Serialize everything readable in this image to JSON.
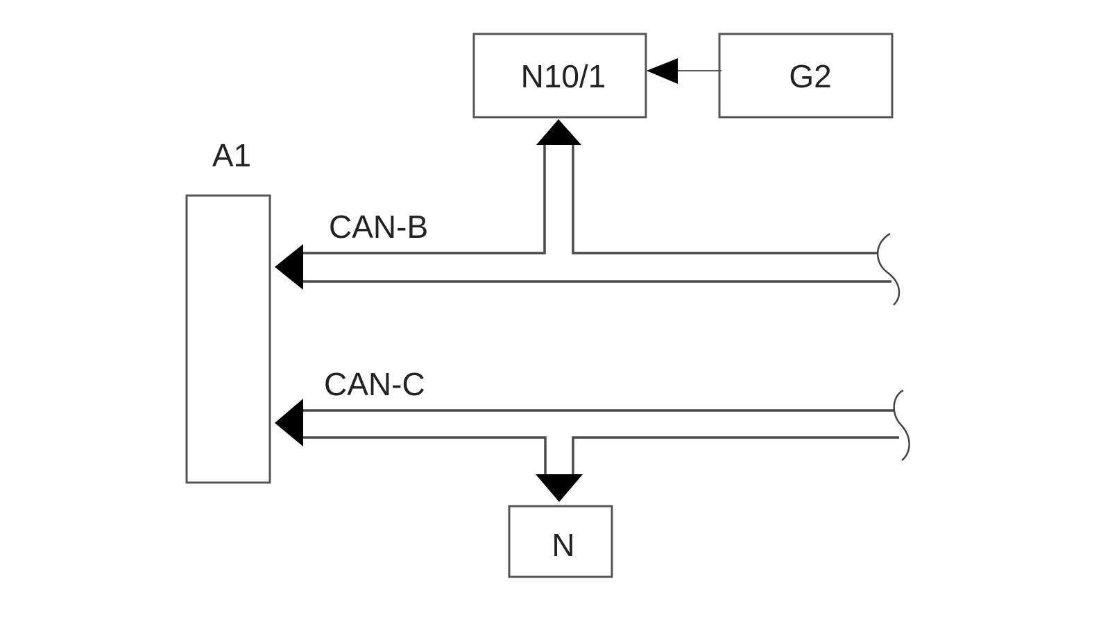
{
  "diagram": {
    "nodes": {
      "n10": {
        "label": "N10/1"
      },
      "g2": {
        "label": "G2"
      },
      "a1": {
        "label": "A1"
      },
      "n": {
        "label": "N"
      }
    },
    "buses": {
      "can_b": {
        "label": "CAN-B"
      },
      "can_c": {
        "label": "CAN-C"
      }
    },
    "connections": [
      {
        "from": "G2",
        "to": "N10/1",
        "type": "single-line arrow"
      },
      {
        "from": "CAN-B",
        "to": "A1",
        "type": "bus arrow"
      },
      {
        "from": "CAN-B",
        "to": "N10/1",
        "type": "bus branch arrow"
      },
      {
        "from": "CAN-C",
        "to": "A1",
        "type": "bus arrow"
      },
      {
        "from": "CAN-C",
        "to": "N",
        "type": "bus branch arrow"
      }
    ]
  }
}
